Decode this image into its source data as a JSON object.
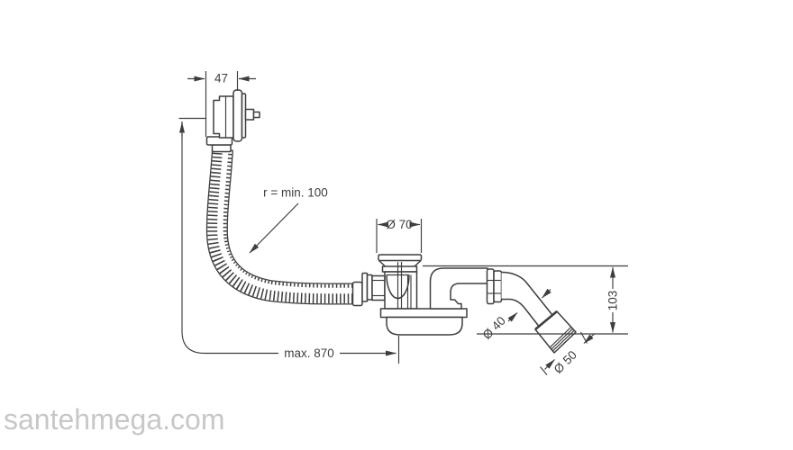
{
  "colors": {
    "line": "#3e3e3e",
    "watermark": "#c7c7c7",
    "background": "#ffffff"
  },
  "watermark": {
    "text": "santehmega.com"
  },
  "annotations": {
    "overflow_width": "47",
    "hose_bend_radius": "r = min. 100",
    "waste_flange_diameter": "Ø 70",
    "outlet_pipe_diameter": "Ø 40",
    "outlet_end_diameter": "Ø 50",
    "outlet_height": "103",
    "hose_max_length": "max. 870"
  }
}
